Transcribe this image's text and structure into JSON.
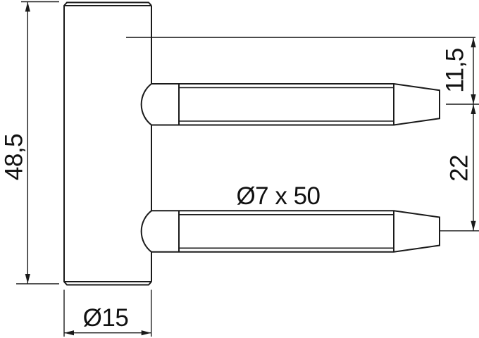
{
  "drawing": {
    "background_color": "#ffffff",
    "line_color": "#1a1a1a",
    "text_color": "#111111",
    "labels": {
      "overall_height": "48,5",
      "pin_top_offset": "11,5",
      "pin_spacing": "22",
      "pin_dimensions": "Ø7 x 50",
      "body_diameter": "Ø15"
    }
  }
}
